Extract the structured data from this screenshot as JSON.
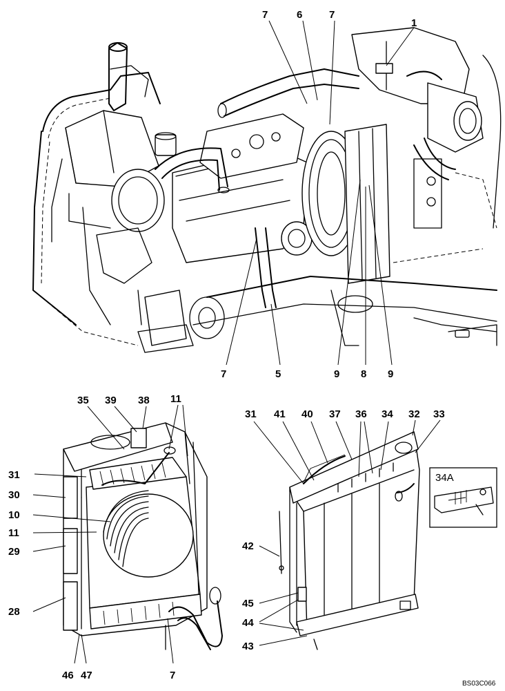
{
  "callouts": {
    "top": [
      "7",
      "6",
      "7",
      "1",
      "7",
      "5",
      "9",
      "8",
      "9"
    ],
    "bottom_left": [
      "35",
      "39",
      "38",
      "11",
      "31",
      "30",
      "10",
      "11",
      "29",
      "28",
      "46",
      "47",
      "7"
    ],
    "bottom_right": [
      "31",
      "41",
      "40",
      "37",
      "36",
      "34",
      "32",
      "33",
      "42",
      "45",
      "44",
      "43"
    ]
  },
  "inset": {
    "label": "34A"
  },
  "reference": "BS03C066"
}
